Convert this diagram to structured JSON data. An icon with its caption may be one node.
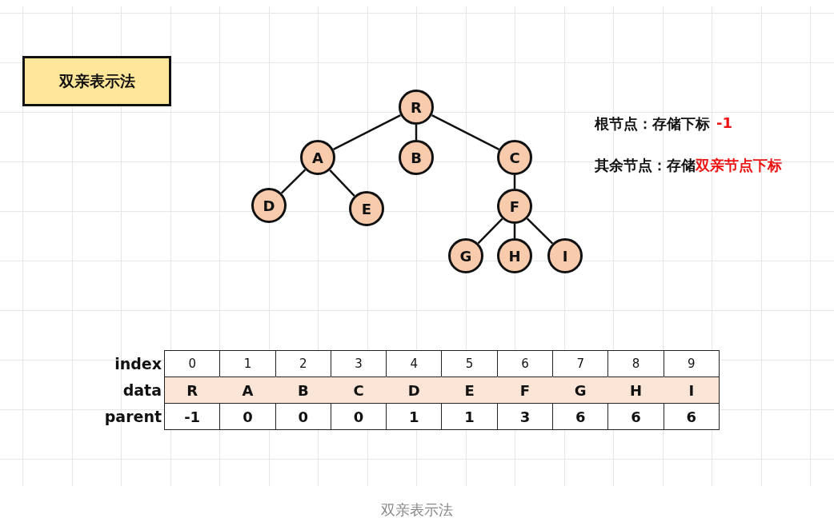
{
  "diagram": {
    "caption": "双亲表示法",
    "nodes": [
      {
        "text": [
          "双亲表示法"
        ]
      },
      {
        "text": [
          "R"
        ]
      },
      {
        "text": [
          "A"
        ]
      },
      {
        "text": [
          "B"
        ]
      },
      {
        "text": [
          "C"
        ]
      },
      {
        "text": [
          "D"
        ]
      },
      {
        "text": [
          "E"
        ]
      },
      {
        "text": [
          "F"
        ]
      },
      {
        "text": [
          "G"
        ]
      },
      {
        "text": [
          "H"
        ]
      },
      {
        "text": [
          "I"
        ]
      }
    ],
    "edges": [
      {
        "from": 1,
        "to": 2,
        "arrow": "none"
      },
      {
        "from": 1,
        "to": 3,
        "arrow": "none"
      },
      {
        "from": 1,
        "to": 4,
        "arrow": "none"
      },
      {
        "from": 2,
        "to": 5,
        "arrow": "none"
      },
      {
        "from": 2,
        "to": 6,
        "arrow": "none"
      },
      {
        "from": 4,
        "to": 7,
        "arrow": "none"
      },
      {
        "from": 7,
        "to": 8,
        "arrow": "none"
      },
      {
        "from": 7,
        "to": 9,
        "arrow": "none"
      },
      {
        "from": 7,
        "to": 10,
        "arrow": "none"
      }
    ],
    "labels": [
      "根节点：存储下标",
      "-1",
      "其余节点：存储",
      "双亲节点下标",
      "index",
      "0",
      "1",
      "2",
      "3",
      "4",
      "5",
      "6",
      "7",
      "8",
      "9",
      "data",
      "R",
      "A",
      "B",
      "C",
      "D",
      "E",
      "F",
      "G",
      "H",
      "I",
      "parent",
      "-1",
      "0",
      "0",
      "0",
      "1",
      "1",
      "3",
      "6",
      "6",
      "6"
    ]
  }
}
